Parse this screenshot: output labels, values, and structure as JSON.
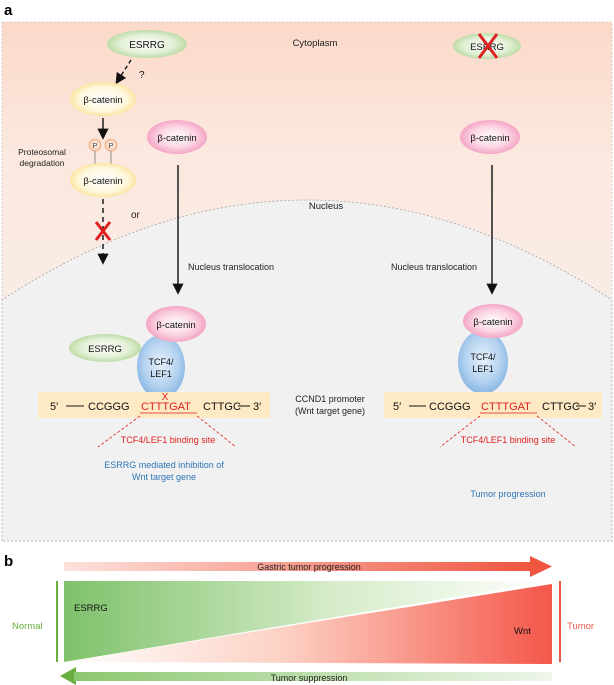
{
  "panel_a": {
    "label": "a",
    "cytoplasm_label": "Cytoplasm",
    "nucleus_label": "Nucleus",
    "left": {
      "esrrg": "ESRRG",
      "question_mark": "?",
      "beta_catenin_top": "β-catenin",
      "p1": "P",
      "p2": "P",
      "proteosomal_1": "Proteosomal",
      "proteosomal_2": "degradation",
      "beta_catenin_degraded": "β-catenin",
      "or_text": "or",
      "beta_catenin_cyto": "β-catenin",
      "translocation": "Nucleus translocation",
      "beta_catenin_nucleus": "β-catenin",
      "esrrg_nucleus": "ESRRG",
      "tcf_line1": "TCF4/",
      "tcf_line2": "LEF1",
      "seq_5": "5′",
      "seq_ccggg": "CCGGG",
      "seq_cttgat": "CTTTGAT",
      "seq_cttgc": "CTTGC",
      "seq_3": "3′",
      "x_mark": "X",
      "binding_site": "TCF4/LEF1 binding site",
      "outcome_1": "ESRRG mediated inhibition of",
      "outcome_2": "Wnt target gene"
    },
    "center": {
      "promoter_1": "CCND1 promoter",
      "promoter_2": "(Wnt target gene)"
    },
    "right": {
      "esrrg": "ESRRG",
      "beta_catenin_cyto": "β-catenin",
      "translocation": "Nucleus translocation",
      "beta_catenin_nucleus": "β-catenin",
      "tcf_line1": "TCF4/",
      "tcf_line2": "LEF1",
      "seq_5": "5′",
      "seq_ccggg": "CCGGG",
      "seq_cttgat": "CTTTGAT",
      "seq_cttgc": "CTTGC",
      "seq_3": "3′",
      "binding_site": "TCF4/LEF1 binding site",
      "outcome": "Tumor progression"
    }
  },
  "panel_b": {
    "label": "b",
    "top_arrow": "Gastric tumor progression",
    "bottom_arrow": "Tumor suppression",
    "normal": "Normal",
    "tumor": "Tumor",
    "esrrg": "ESRRG",
    "wnt": "Wnt"
  },
  "colors": {
    "cyto_top": "#fbe3d7",
    "nucleus_bg": "#f2f2f2",
    "esrrg_green": "#a9d18e",
    "beta_pink": "#f4a9c4",
    "beta_yellow": "#ffe69a",
    "tcf_blue": "#9dc3e6",
    "red": "#e02020",
    "blue_text": "#2e75b6",
    "green_text": "#6aaf3d",
    "tumor_text": "#e8584a",
    "seq_box": "#fde9c4"
  }
}
